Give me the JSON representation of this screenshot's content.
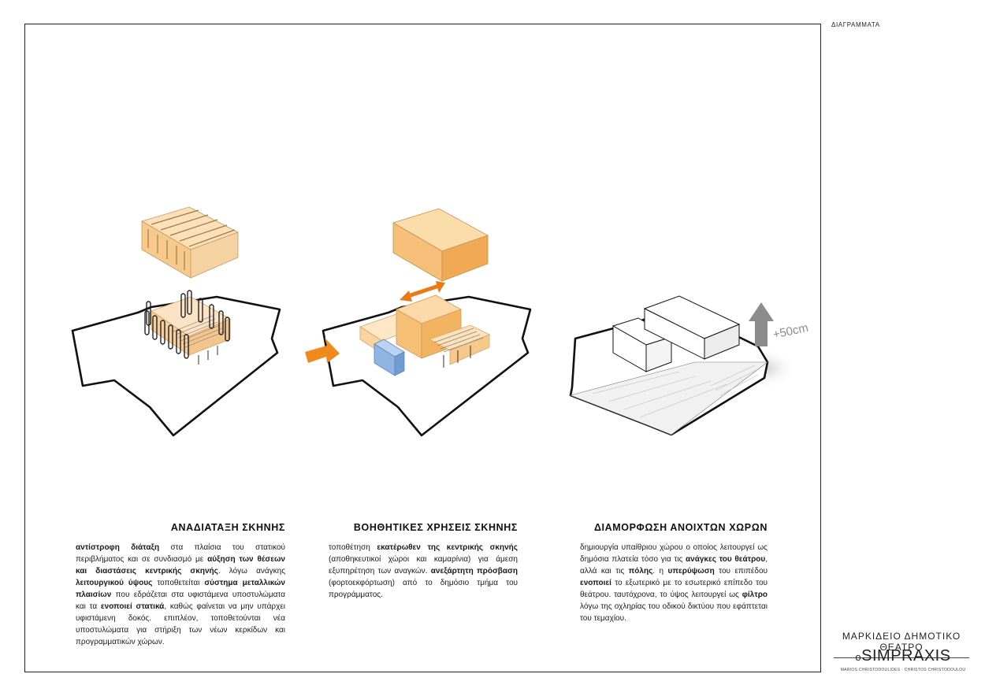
{
  "page": {
    "section_label": "ΔΙΑΓΡΑΜΜΑΤΑ",
    "project_title": "ΜΑΡΚΙΔΕΙΟ ΔΗΜΟΤΙΚΟ ΘΕΑΤΡΟ",
    "logo_mark": "o",
    "logo_text": "SIMPRAXIS",
    "credits": "MARIOS CHRISTODOULIDES · CHRISTOS CHRISTODOULOU"
  },
  "panels": [
    {
      "heading": "ΑΝΑΔΙΑΤΑΞΗ ΣΚΗΝΗΣ",
      "paragraph": [
        {
          "t": "αντίστροφη διάταξη",
          "b": true
        },
        {
          "t": " στα πλαίσια του στατικού περιβλήματος και σε συνδιασμό με ",
          "b": false
        },
        {
          "t": "αύξηση των θέσεων και διαστάσεις κεντρικής σκηνής",
          "b": true
        },
        {
          "t": ". λόγω ανάγκης ",
          "b": false
        },
        {
          "t": "λειτουργικού ύψους",
          "b": true
        },
        {
          "t": " τοποθετείται ",
          "b": false
        },
        {
          "t": "σύστημα μεταλλικών πλαισίων",
          "b": true
        },
        {
          "t": " που εδράζεται στα υφιστάμενα υποστυλώματα και τα ",
          "b": false
        },
        {
          "t": "ενοποιεί στατικά",
          "b": true
        },
        {
          "t": ", καθώς φαίνεται να μην υπάρχει υφιστάμενη δοκός. επιπλέον, τοποθετούνται νέα υποστυλώματα για στήριξη των νέων κερκίδων και προγραμματικών χώρων.",
          "b": false
        }
      ]
    },
    {
      "heading": "ΒΟΗΘΗΤΙΚΕΣ ΧΡΗΣΕΙΣ ΣΚΗΝΗΣ",
      "paragraph": [
        {
          "t": "τοποθέτηση ",
          "b": false
        },
        {
          "t": "εκατέρωθεν της κεντρικής σκηνής",
          "b": true
        },
        {
          "t": " (αποθηκευτικοί χώροι και καμαρίνια) για άμεση εξυπηρέτηση των αναγκών. ",
          "b": false
        },
        {
          "t": "ανεξάρτητη πρόσβαση",
          "b": true
        },
        {
          "t": " (φορτοεκφόρτωση) από το δημόσιο τμήμα του προγράμματος.",
          "b": false
        }
      ]
    },
    {
      "heading": "ΔΙΑΜΟΡΦΩΣΗ ΑΝΟΙΧΤΩΝ ΧΩΡΩΝ",
      "paragraph": [
        {
          "t": "δημιουργία υπαίθριου χώρου ο οποίος λειτουργεί ως δημόσια πλατεία τόσο για τις ",
          "b": false
        },
        {
          "t": "ανάγκες του θεάτρου",
          "b": true
        },
        {
          "t": ", αλλά και τις ",
          "b": false
        },
        {
          "t": "πόλης",
          "b": true
        },
        {
          "t": ". η ",
          "b": false
        },
        {
          "t": "υπερύψωση",
          "b": true
        },
        {
          "t": " του επιπέδου ",
          "b": false
        },
        {
          "t": "ενοποιεί",
          "b": true
        },
        {
          "t": " το εξωτερικό με το εσωτερικό επίπεδο του θεάτρου. ταυτόχρονα, το ύψος λειτουργεί ως ",
          "b": false
        },
        {
          "t": "φίλτρο",
          "b": true
        },
        {
          "t": " λόγω της οχληρίας του οδικού δικτύου που εφάπτεται του τεμαχίου.",
          "b": false
        }
      ],
      "elevation_label": "+50cm"
    }
  ],
  "colors": {
    "orange_light": "#fbe0b8",
    "orange_mid": "#f7c98a",
    "orange_dark": "#f0a24a",
    "arrow_orange": "#f08a1e",
    "blue": "#8fb6e3",
    "grey_arrow": "#8c8c8c"
  }
}
